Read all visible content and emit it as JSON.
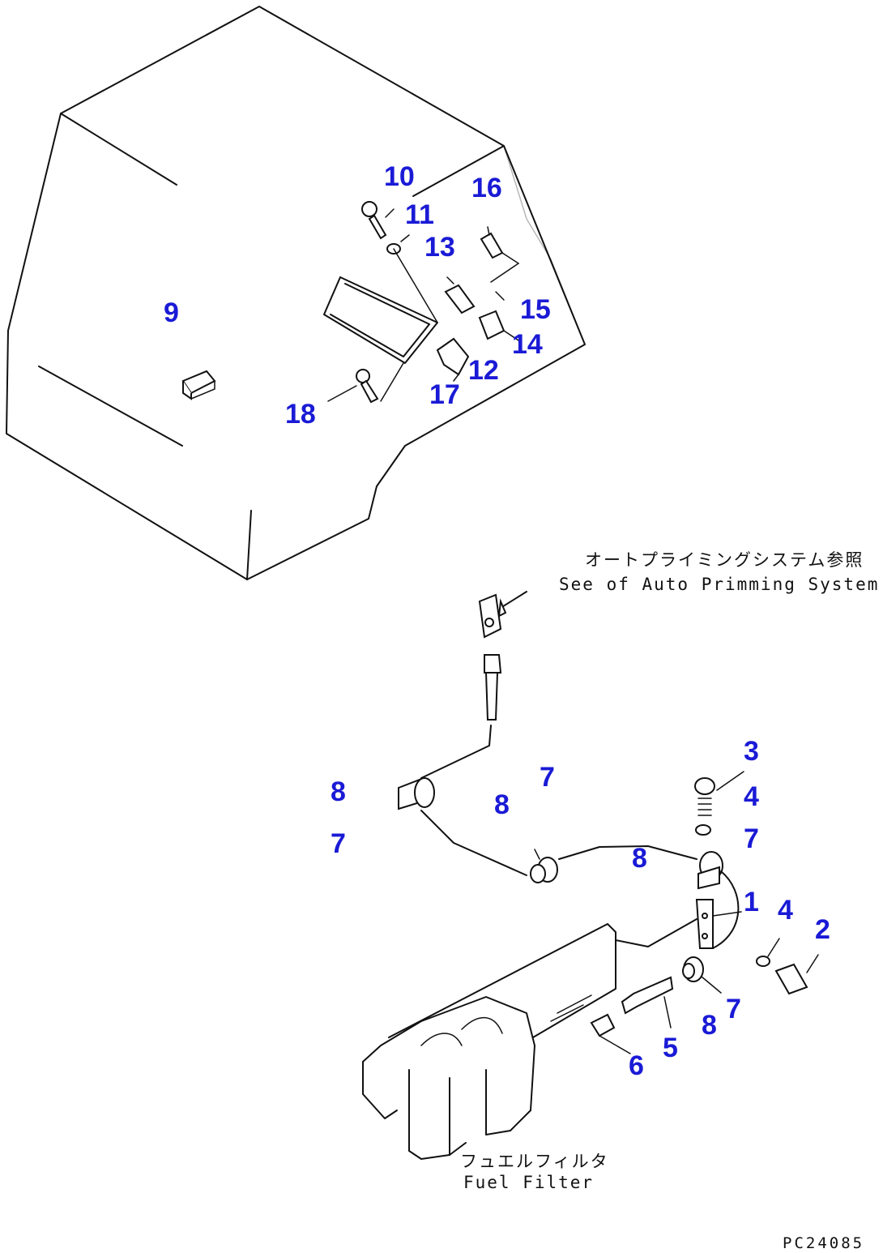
{
  "callouts": {
    "c1": "1",
    "c2": "2",
    "c3": "3",
    "c4a": "4",
    "c4b": "4",
    "c5": "5",
    "c6": "6",
    "c7a": "7",
    "c7b": "7",
    "c7c": "7",
    "c7d": "7",
    "c8a": "8",
    "c8b": "8",
    "c8c": "8",
    "c8d": "8",
    "c9": "9",
    "c10": "10",
    "c11": "11",
    "c12": "12",
    "c13": "13",
    "c14": "14",
    "c15": "15",
    "c16": "16",
    "c17": "17",
    "c18": "18"
  },
  "notes": {
    "auto_priming_jp": "オートプライミングシステム参照",
    "auto_priming_en": "See of Auto Primming System",
    "fuel_filter_jp": "フュエルフィルタ",
    "fuel_filter_en": "Fuel Filter"
  },
  "drawing_code": "PC24085",
  "colors": {
    "callout": "#1a1ad6",
    "line": "#111111"
  }
}
